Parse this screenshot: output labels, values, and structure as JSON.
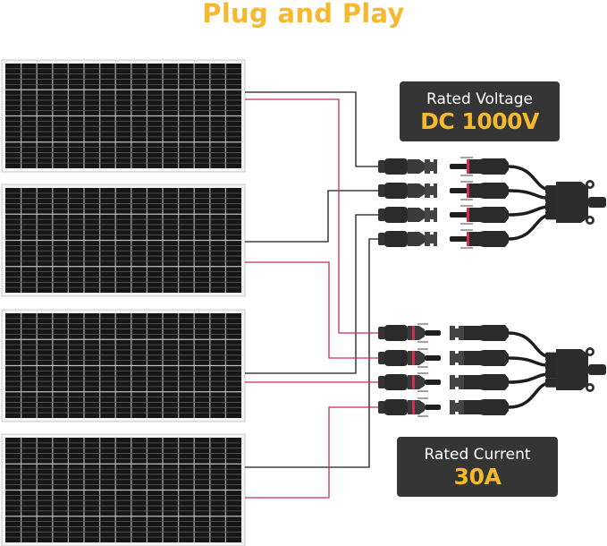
{
  "title": "Plug and Play",
  "colors": {
    "accent": "#F5B82E",
    "badge_bg": "#353535",
    "wire_negative": "#1a1a1a",
    "wire_positive": "#c4305a",
    "panel_cell": "#161616",
    "panel_grid": "#9a9a9a",
    "connector": "#2b2b2b"
  },
  "badges": {
    "voltage": {
      "label": "Rated Voltage",
      "value": "DC 1000V"
    },
    "current": {
      "label": "Rated Current",
      "value": "30A"
    }
  },
  "panels": [
    {
      "id": "panel-1"
    },
    {
      "id": "panel-2"
    },
    {
      "id": "panel-3"
    },
    {
      "id": "panel-4"
    }
  ],
  "panel_grid": {
    "columns": 15,
    "rows": 20
  },
  "branch_connectors": [
    {
      "name": "negative-branch",
      "inputs": 4,
      "connector_type": "MC4 female"
    },
    {
      "name": "positive-branch",
      "inputs": 4,
      "connector_type": "MC4 male"
    }
  ],
  "wiring": [
    {
      "from": "panel-1",
      "polarity": "negative",
      "to": "negative-branch",
      "input": 1
    },
    {
      "from": "panel-2",
      "polarity": "negative",
      "to": "negative-branch",
      "input": 2
    },
    {
      "from": "panel-3",
      "polarity": "negative",
      "to": "negative-branch",
      "input": 3
    },
    {
      "from": "panel-4",
      "polarity": "negative",
      "to": "negative-branch",
      "input": 4
    },
    {
      "from": "panel-1",
      "polarity": "positive",
      "to": "positive-branch",
      "input": 1
    },
    {
      "from": "panel-2",
      "polarity": "positive",
      "to": "positive-branch",
      "input": 2
    },
    {
      "from": "panel-3",
      "polarity": "positive",
      "to": "positive-branch",
      "input": 3
    },
    {
      "from": "panel-4",
      "polarity": "positive",
      "to": "positive-branch",
      "input": 4
    }
  ]
}
